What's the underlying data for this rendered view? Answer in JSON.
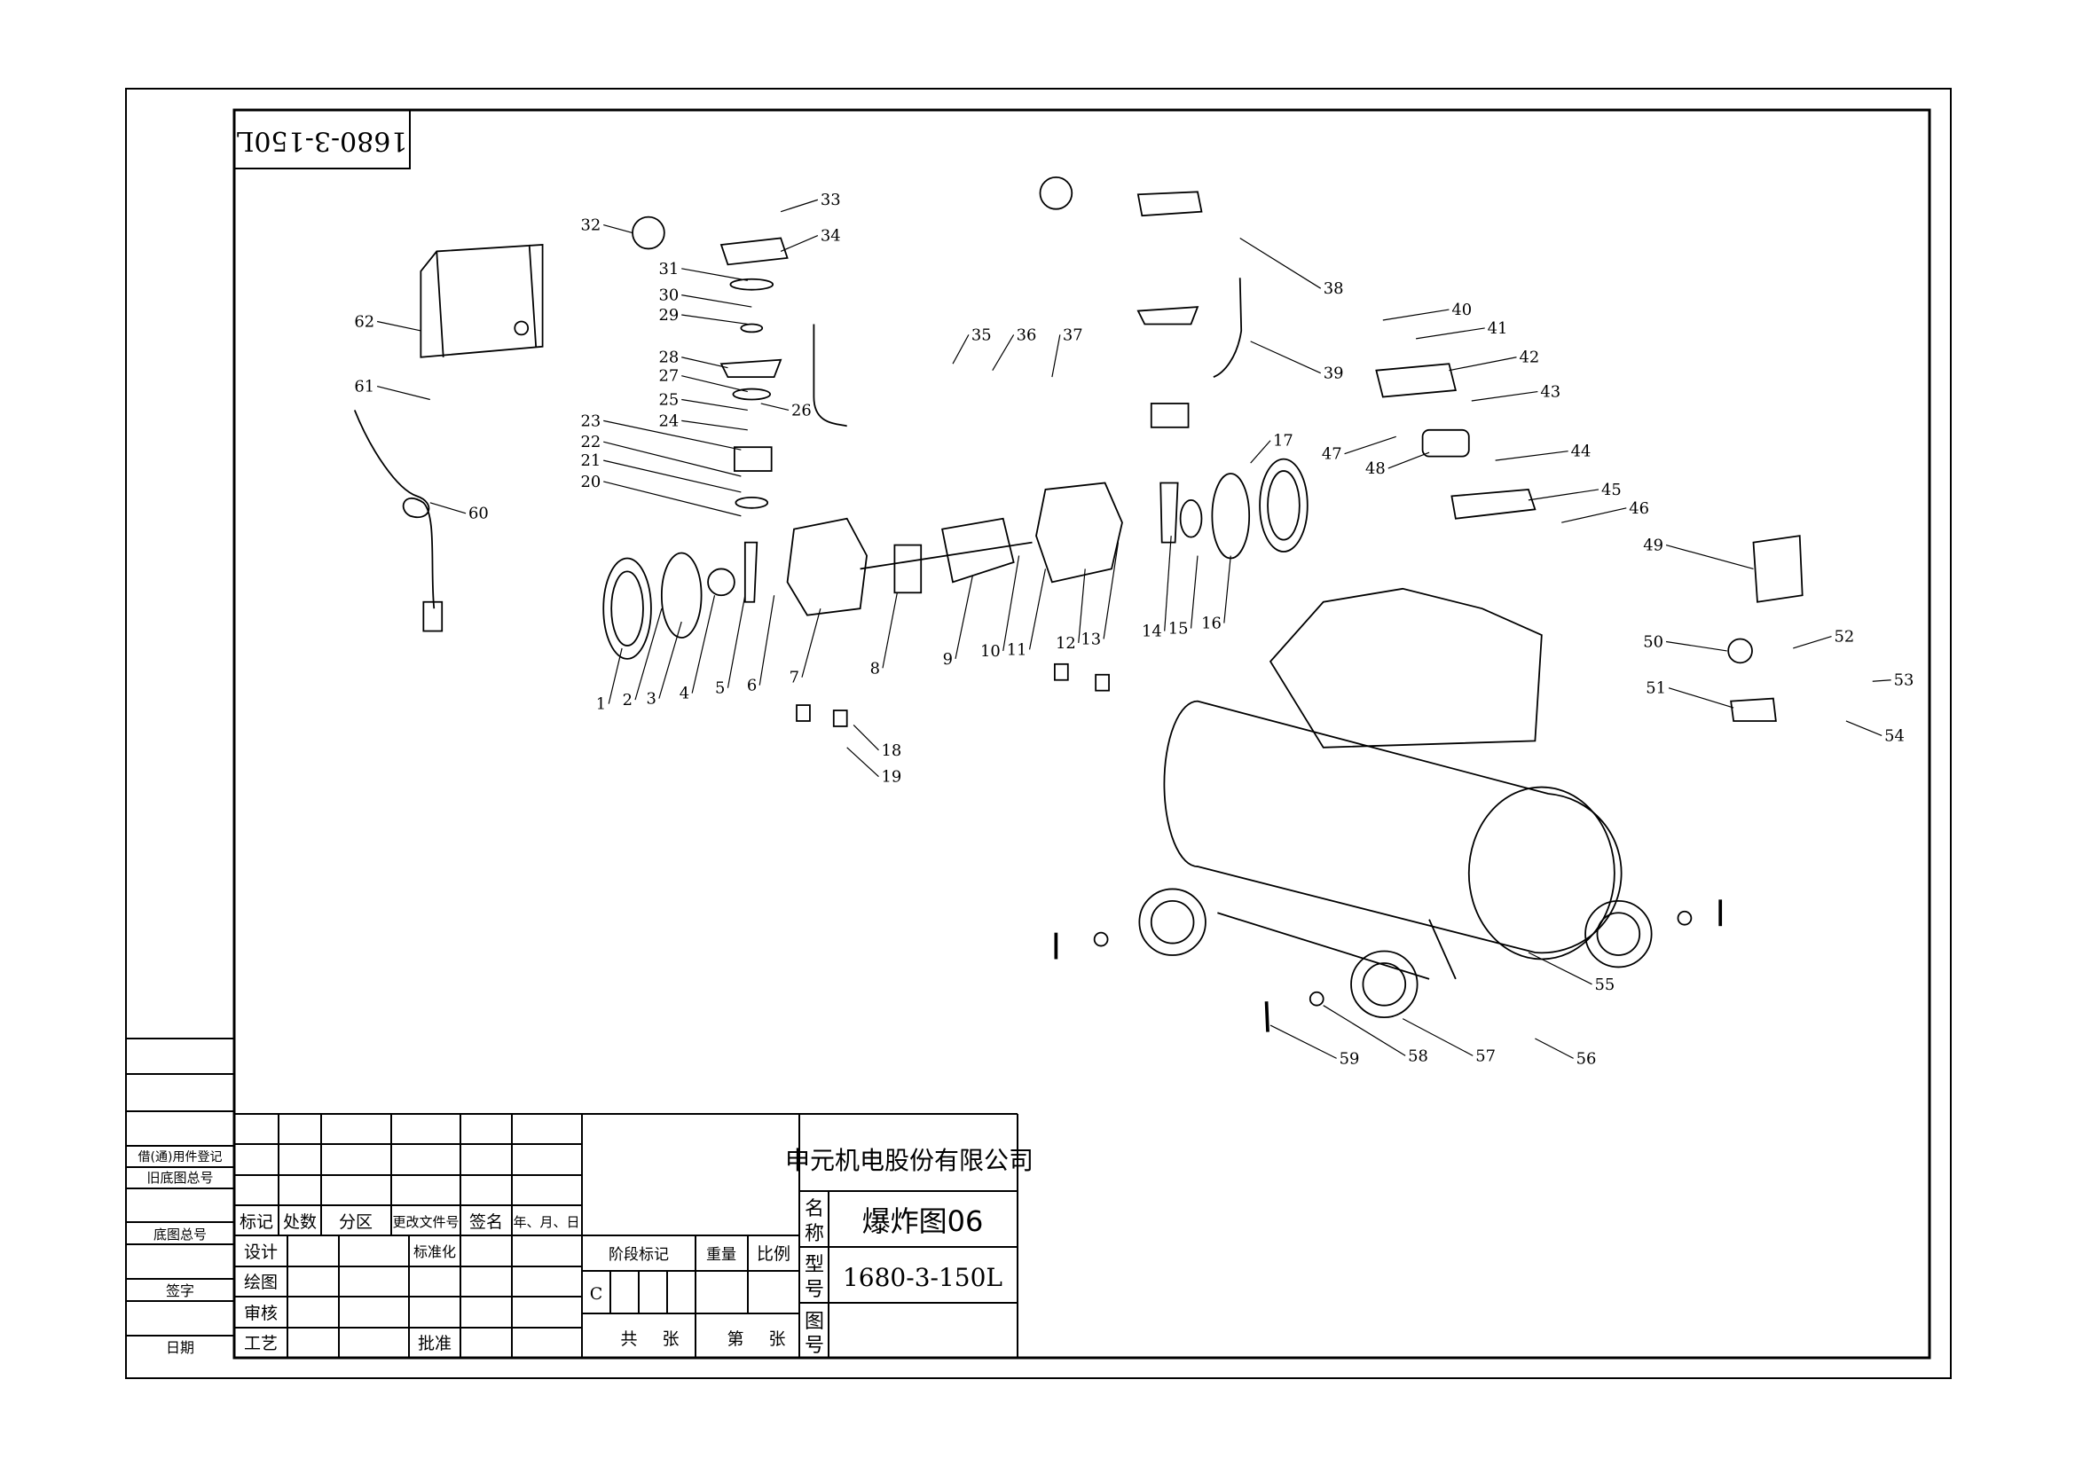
{
  "drawing_code_rotated": "1680-3-150L",
  "parts": [
    "1",
    "2",
    "3",
    "4",
    "5",
    "6",
    "7",
    "8",
    "9",
    "10",
    "11",
    "12",
    "13",
    "14",
    "15",
    "16",
    "17",
    "18",
    "19",
    "20",
    "21",
    "22",
    "23",
    "24",
    "25",
    "26",
    "27",
    "28",
    "29",
    "30",
    "31",
    "32",
    "33",
    "34",
    "35",
    "36",
    "37",
    "38",
    "39",
    "40",
    "41",
    "42",
    "43",
    "44",
    "45",
    "46",
    "47",
    "48",
    "49",
    "50",
    "51",
    "52",
    "53",
    "54",
    "55",
    "56",
    "57",
    "58",
    "59",
    "60",
    "61",
    "62"
  ],
  "left_column": {
    "borrow_register": "借(通)用件登记",
    "old_base_no": "旧底图总号",
    "base_no": "底图总号",
    "signature": "签字",
    "date": "日期"
  },
  "revision_header": {
    "mark": "标记",
    "count": "处数",
    "zone": "分区",
    "change_doc": "更改文件号",
    "sign": "签名",
    "date": "年、月、日"
  },
  "approvals": {
    "design": "设计",
    "standardize": "标准化",
    "draw": "绘图",
    "review": "审核",
    "process": "工艺",
    "approve": "批准"
  },
  "stage": {
    "stage_mark": "阶段标记",
    "weight": "重量",
    "scale": "比例",
    "stage_value": "C",
    "total": "共",
    "sheets": "张",
    "sheet_no": "第",
    "sheets2": "张"
  },
  "title": {
    "company": "申元机电股份有限公司",
    "name_label_1": "名",
    "name_label_2": "称",
    "name": "爆炸图06",
    "model_label_1": "型",
    "model_label_2": "号",
    "model": "1680-3-150L",
    "drawing_no_label_1": "图",
    "drawing_no_label_2": "号"
  }
}
